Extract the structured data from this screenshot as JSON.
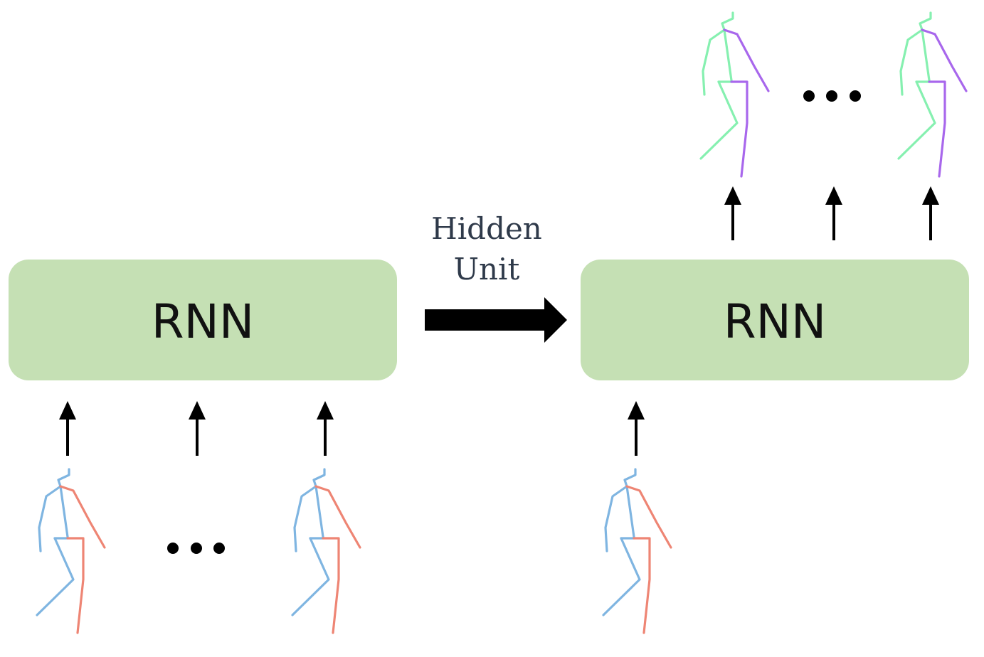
{
  "encoder": {
    "label": "RNN"
  },
  "decoder": {
    "label": "RNN"
  },
  "transfer": {
    "label_line1": "Hidden",
    "label_line2": "Unit"
  },
  "colors": {
    "box_fill": "#c5e0b4",
    "input_left": "#7fb5e1",
    "input_right": "#ee8574",
    "output_left": "#86f0b0",
    "output_right": "#a867ec",
    "arrow": "#000000"
  },
  "icons": {
    "input_pose": "skeleton-figure-blue-red",
    "output_pose": "skeleton-figure-green-purple",
    "ellipsis": "three-dots"
  }
}
